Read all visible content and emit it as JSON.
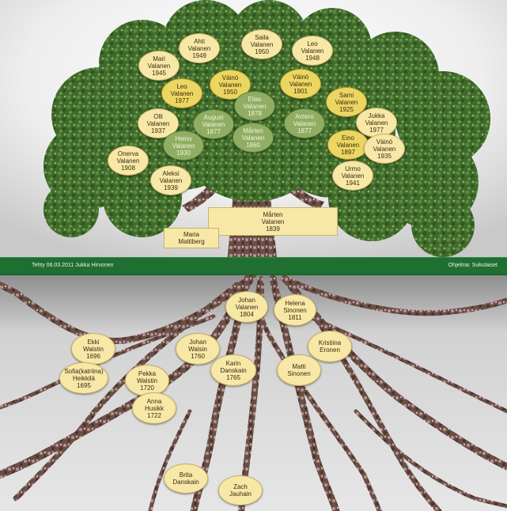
{
  "band": {
    "left_text": "Tehty 06.03.2011 Jukka Hirvonen",
    "right_text": "Ohjelma: Sukulaiset"
  },
  "nodes": [
    {
      "id": "ahti-1949",
      "lines": [
        "Ahti",
        "Valanen",
        "1949"
      ],
      "color": "cream"
    },
    {
      "id": "saila-1950",
      "lines": [
        "Saila",
        "Valanen",
        "1950"
      ],
      "color": "cream"
    },
    {
      "id": "leo-1948",
      "lines": [
        "Leo",
        "Valanen",
        "1948"
      ],
      "color": "cream"
    },
    {
      "id": "mari-1945",
      "lines": [
        "Mari",
        "Valanen",
        "1945"
      ],
      "color": "cream"
    },
    {
      "id": "leo-1977",
      "lines": [
        "Leo",
        "Valanen",
        "1977"
      ],
      "color": "gold"
    },
    {
      "id": "vaino-1950",
      "lines": [
        "Väinö",
        "Valanen",
        "1950"
      ],
      "color": "gold"
    },
    {
      "id": "vaino-1901",
      "lines": [
        "Väinö",
        "Valanen",
        "1901"
      ],
      "color": "gold"
    },
    {
      "id": "sami-1925",
      "lines": [
        "Sami",
        "Valanen",
        "1925"
      ],
      "color": "gold"
    },
    {
      "id": "olli-1937",
      "lines": [
        "Olli",
        "Valanen",
        "1937"
      ],
      "color": "cream"
    },
    {
      "id": "august-1877",
      "lines": [
        "August",
        "Valanen",
        "1877"
      ],
      "color": "green"
    },
    {
      "id": "elias-1878",
      "lines": [
        "Elias",
        "Valanen",
        "1878"
      ],
      "color": "green"
    },
    {
      "id": "antero-1877",
      "lines": [
        "Antero",
        "Valanen",
        "1877"
      ],
      "color": "green"
    },
    {
      "id": "jukka-1977",
      "lines": [
        "Jukka",
        "Valanen",
        "1977"
      ],
      "color": "cream"
    },
    {
      "id": "heino-1930",
      "lines": [
        "Heino",
        "Valanen",
        "1930"
      ],
      "color": "green"
    },
    {
      "id": "marten-1860",
      "lines": [
        "Mårten",
        "Valanen",
        "1860"
      ],
      "color": "green"
    },
    {
      "id": "eino-1897",
      "lines": [
        "Eino",
        "Valanen",
        "1897"
      ],
      "color": "gold"
    },
    {
      "id": "vaino-1935",
      "lines": [
        "Väinö",
        "Valanen",
        "1935"
      ],
      "color": "cream"
    },
    {
      "id": "onerva-1908",
      "lines": [
        "Onerva",
        "Valanen",
        "1908"
      ],
      "color": "cream"
    },
    {
      "id": "aleksi-1939",
      "lines": [
        "Aleksi",
        "Valanen",
        "1939"
      ],
      "color": "cream"
    },
    {
      "id": "urmo-1941",
      "lines": [
        "Urmo",
        "Valanen",
        "1941"
      ],
      "color": "cream"
    },
    {
      "id": "johan-1804",
      "lines": [
        "Johan",
        "Valanen",
        "1804"
      ],
      "color": "cream"
    },
    {
      "id": "helena-1811",
      "lines": [
        "Helena",
        "Sinonen",
        "1811"
      ],
      "color": "cream"
    },
    {
      "id": "ekki-1696",
      "lines": [
        "Ekki",
        "Walstin",
        "1696"
      ],
      "color": "cream"
    },
    {
      "id": "johan-1760",
      "lines": [
        "Johan",
        "Walsin",
        "1760"
      ],
      "color": "cream"
    },
    {
      "id": "kristiina-eronen",
      "lines": [
        "Kristiina",
        "Eronen"
      ],
      "color": "cream"
    },
    {
      "id": "karin-1765",
      "lines": [
        "Karin",
        "Danskain",
        "1765"
      ],
      "color": "cream"
    },
    {
      "id": "matti-sinonen",
      "lines": [
        "Matti",
        "Sinonen"
      ],
      "color": "cream"
    },
    {
      "id": "sofia-1695",
      "lines": [
        "Sofia(katriina)",
        "Heikkilä",
        "1695"
      ],
      "color": "cream"
    },
    {
      "id": "pekka-1720",
      "lines": [
        "Pekka",
        "Walstin",
        "1720"
      ],
      "color": "cream"
    },
    {
      "id": "anna-1722",
      "lines": [
        "Anna",
        "Husikk",
        "1722"
      ],
      "color": "cream"
    },
    {
      "id": "brita-danskain",
      "lines": [
        "Brita",
        "Danskain"
      ],
      "color": "cream"
    },
    {
      "id": "zach-jauhain",
      "lines": [
        "Zach",
        "Jauhain"
      ],
      "color": "cream"
    }
  ],
  "boxes": [
    {
      "id": "marten-1839",
      "lines": [
        "Mårten",
        "Valanen",
        "1839"
      ]
    },
    {
      "id": "maria-mattiberg",
      "lines": [
        "Maria",
        "Mattiberg"
      ]
    }
  ]
}
